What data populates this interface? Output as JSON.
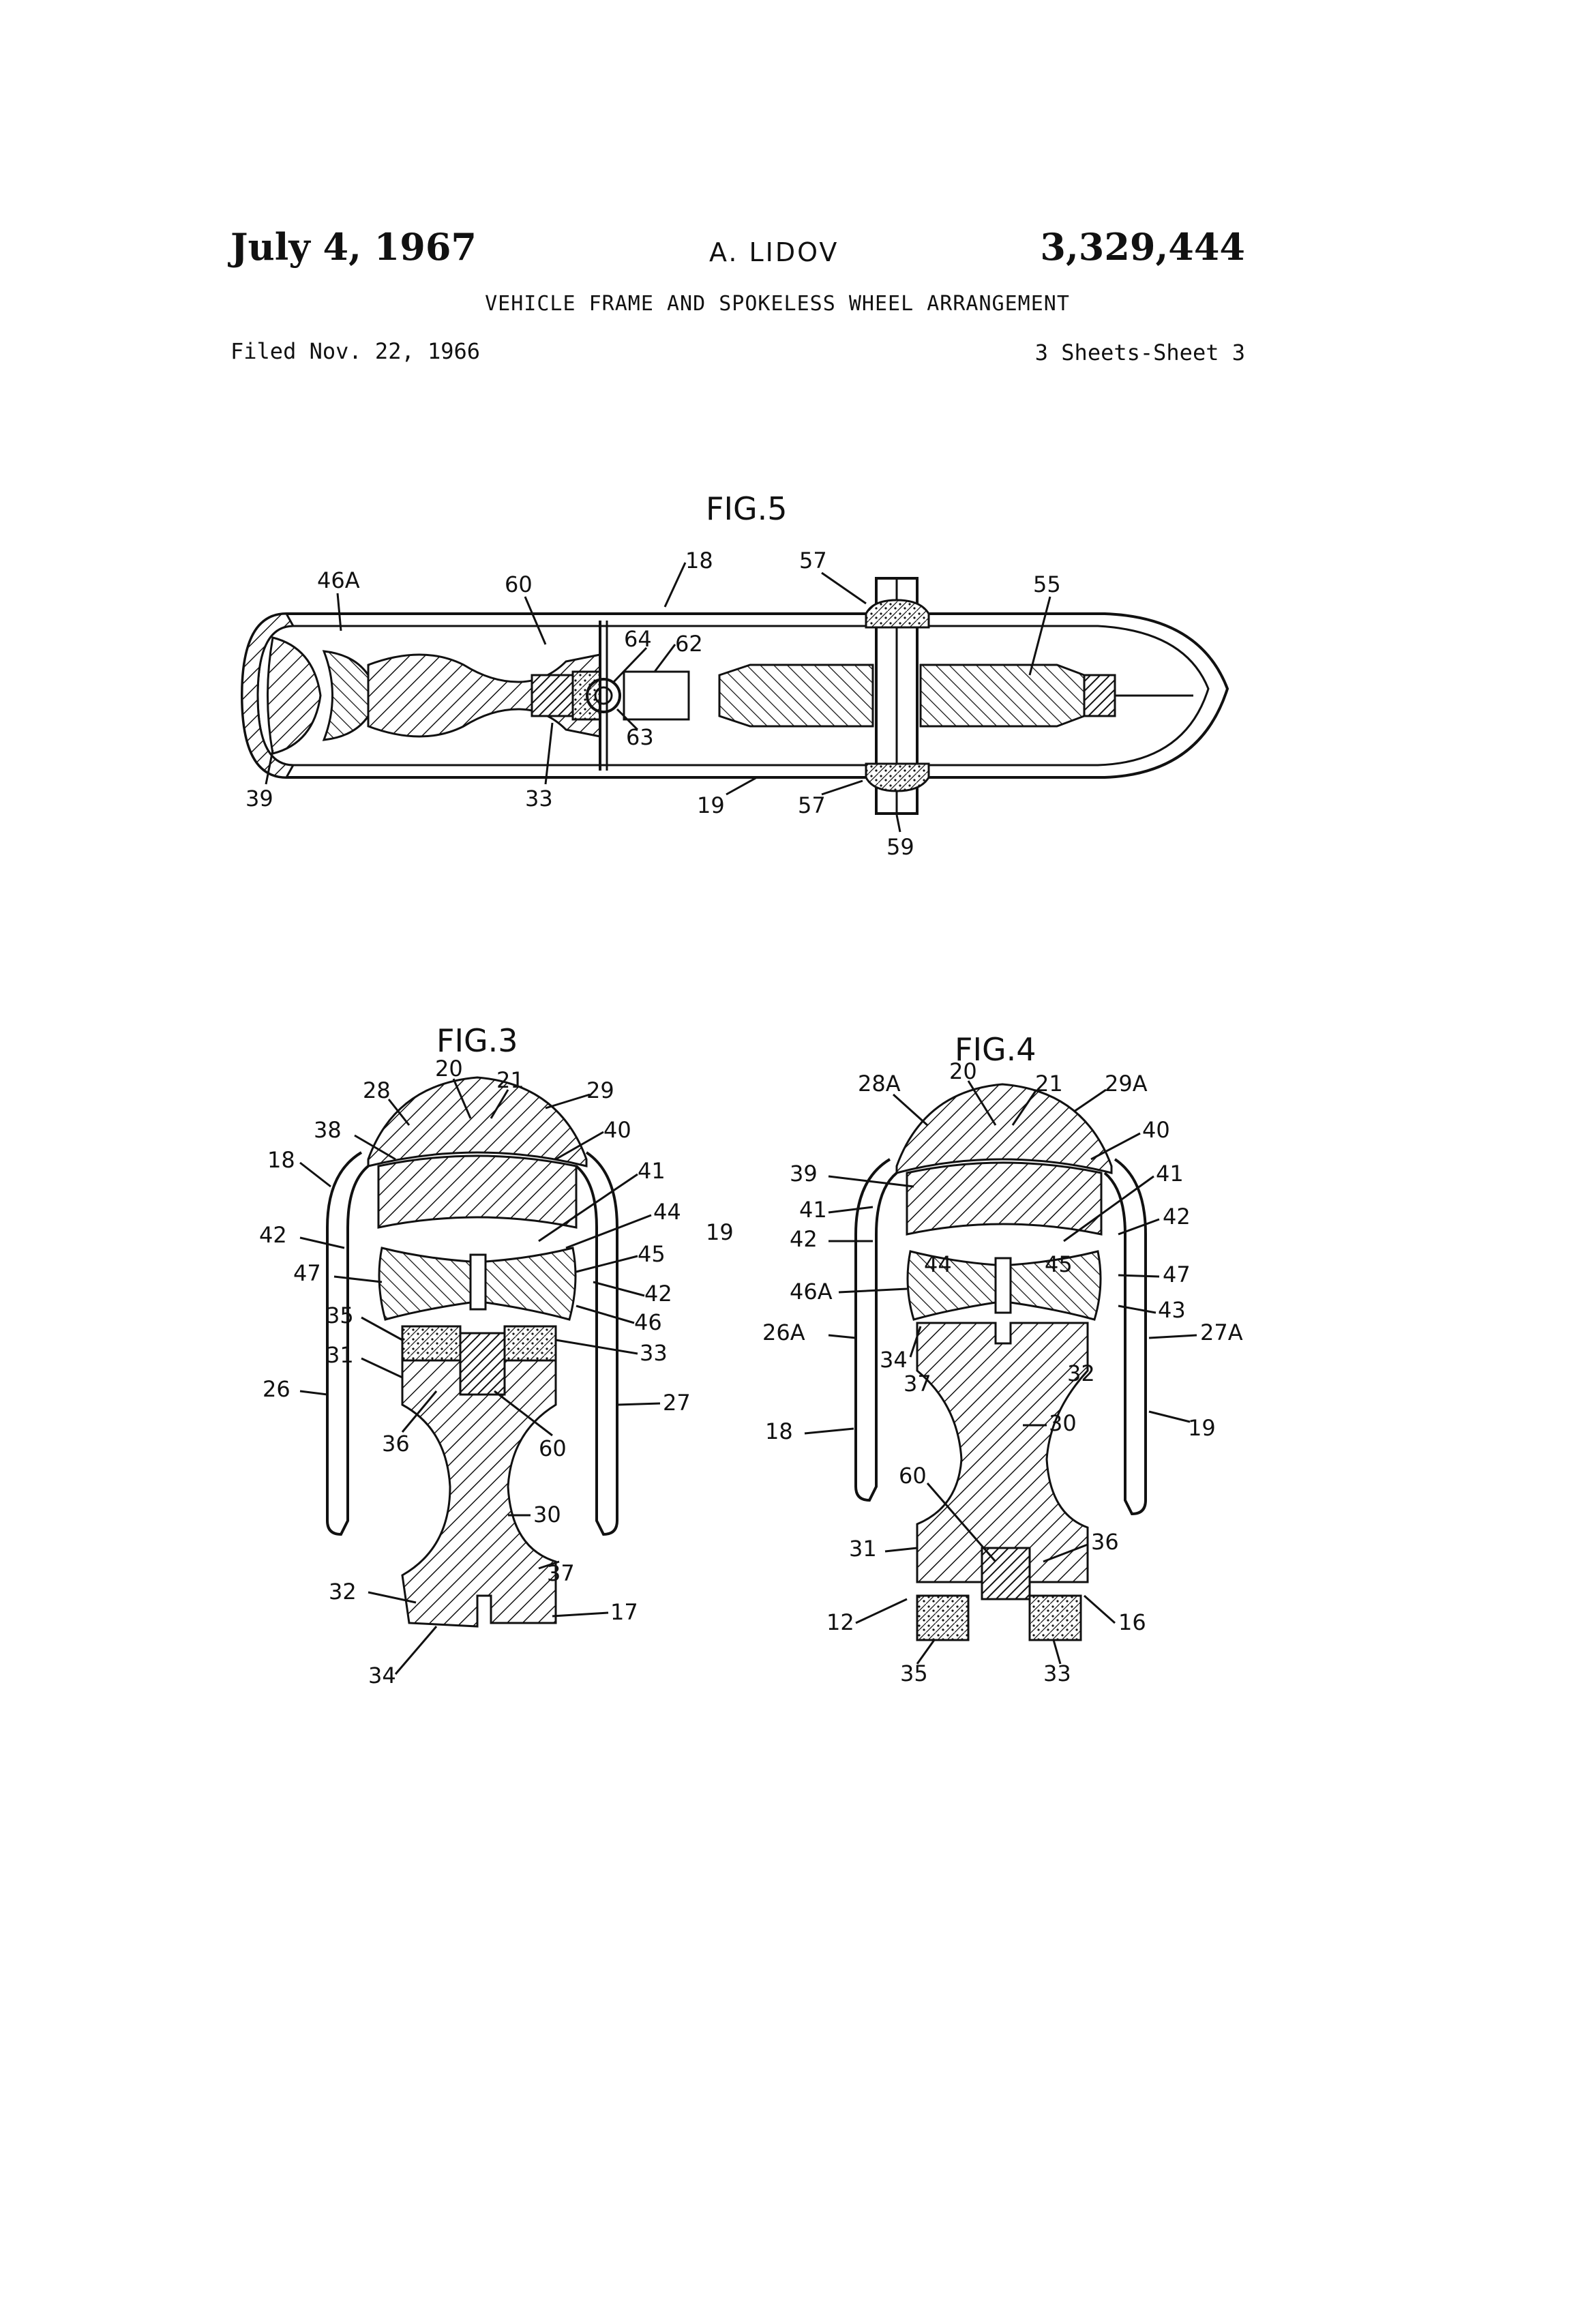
{
  "header": {
    "date": "July 4, 1967",
    "author": "A. LIDOV",
    "patent_number": "3,329,444",
    "title": "VEHICLE FRAME AND SPOKELESS WHEEL ARRANGEMENT",
    "filed": "Filed Nov. 22, 1966",
    "sheets": "3 Sheets-Sheet 3"
  },
  "figures": {
    "fig5": {
      "title": "FIG.5",
      "labels": [
        "46A",
        "60",
        "18",
        "57",
        "55",
        "64",
        "62",
        "63",
        "39",
        "33",
        "19",
        "57",
        "59"
      ]
    },
    "fig3": {
      "title": "FIG.3",
      "labels": [
        "28",
        "20",
        "21",
        "29",
        "38",
        "40",
        "18",
        "41",
        "44",
        "42",
        "45",
        "47",
        "42",
        "46",
        "35",
        "33",
        "31",
        "26",
        "27",
        "36",
        "60",
        "30",
        "37",
        "32",
        "17",
        "34"
      ]
    },
    "fig4": {
      "title": "FIG.4",
      "labels": [
        "28A",
        "20",
        "21",
        "29A",
        "40",
        "39",
        "41",
        "41",
        "42",
        "42",
        "44",
        "45",
        "47",
        "46A",
        "43",
        "26A",
        "34",
        "37",
        "32",
        "27A",
        "18",
        "30",
        "19",
        "60",
        "31",
        "36",
        "12",
        "16",
        "35",
        "33"
      ]
    },
    "shared_label": "19"
  }
}
